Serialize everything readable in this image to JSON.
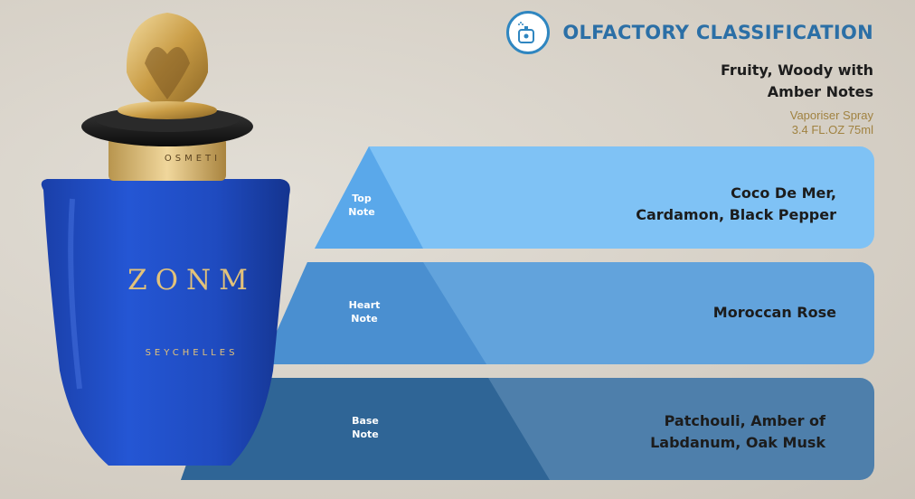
{
  "header": {
    "title": "OLFACTORY CLASSIFICATION",
    "classification_line1": "Fruity, Woody with",
    "classification_line2": "Amber Notes",
    "volume_line1": "Vaporiser  Spray",
    "volume_line2": "3.4 FL.OZ 75ml",
    "icon": "perfume-spray-icon"
  },
  "notes": [
    {
      "label_line1": "Top",
      "label_line2": "Note",
      "text_line1": "Coco De Mer,",
      "text_line2": "Cardamon, Black Pepper",
      "color": "#7fc2f5"
    },
    {
      "label_line1": "Heart",
      "label_line2": "Note",
      "text_line1": "Moroccan Rose",
      "text_line2": "",
      "color": "#62a3dc"
    },
    {
      "label_line1": "Base",
      "label_line2": "Note",
      "text_line1": "Patchouli, Amber of",
      "text_line2": "Labdanum, Oak Musk",
      "color": "#4e7fab"
    }
  ],
  "bottle": {
    "brand": "ZONM",
    "origin": "SEYCHELLES",
    "collar_text": "OSMETI",
    "colors": {
      "glass": "#1f4fc6",
      "gold": "#d6b25e",
      "cap_black": "#1a1a1a"
    }
  }
}
